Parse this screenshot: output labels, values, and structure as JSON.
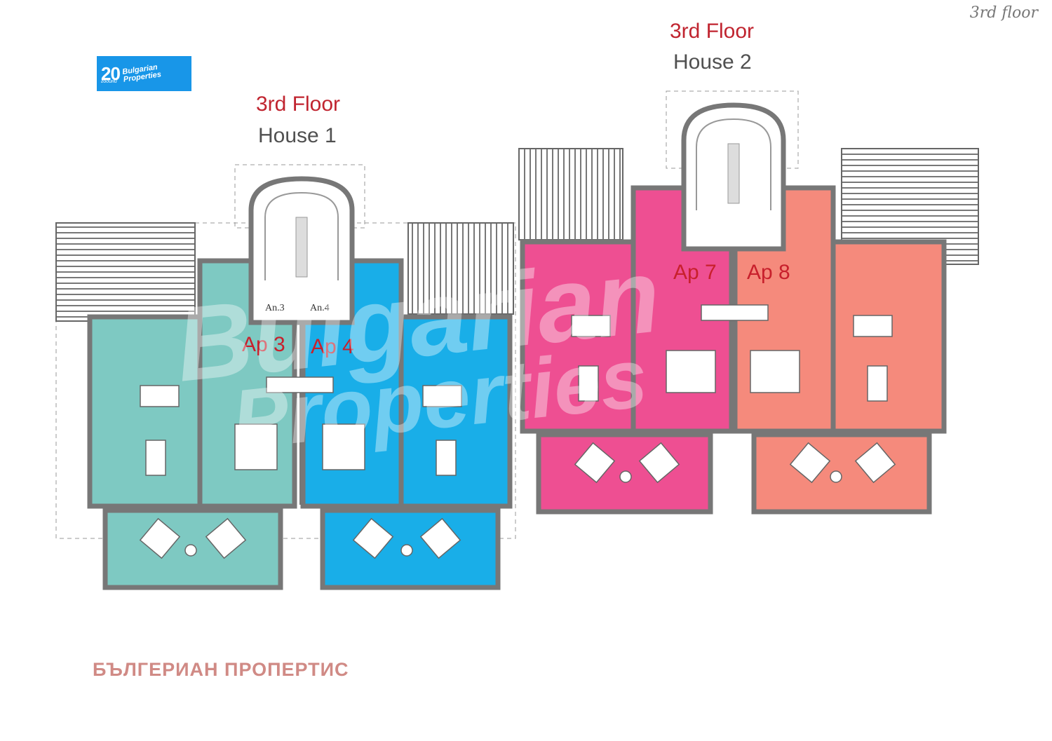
{
  "logo": {
    "number": "20",
    "subtitle": "години",
    "brand_line1": "Bulgarian",
    "brand_line2": "Properties"
  },
  "corner_note": "3rd floor",
  "house1": {
    "floor_title": "3rd Floor",
    "house_title": "House 1",
    "apt_left": "Ap 3",
    "apt_right": "Ap 4",
    "stair_label_left": "An.3",
    "stair_label_right": "An.4"
  },
  "house2": {
    "floor_title": "3rd Floor",
    "house_title": "House 2",
    "apt_left": "Ap 7",
    "apt_right": "Ap 8"
  },
  "watermark": {
    "line1": "Bulgarian",
    "line2": "Properties"
  },
  "footer": "БЪЛГЕРИАН ПРОПЕРТИС",
  "colors": {
    "ap3": "#7ec9c2",
    "ap4": "#19aee8",
    "ap7": "#ee4f92",
    "ap8": "#f58a7c",
    "wall": "#8a8a8a",
    "roof": "#6a6a6a",
    "title_red": "#c0242f"
  }
}
